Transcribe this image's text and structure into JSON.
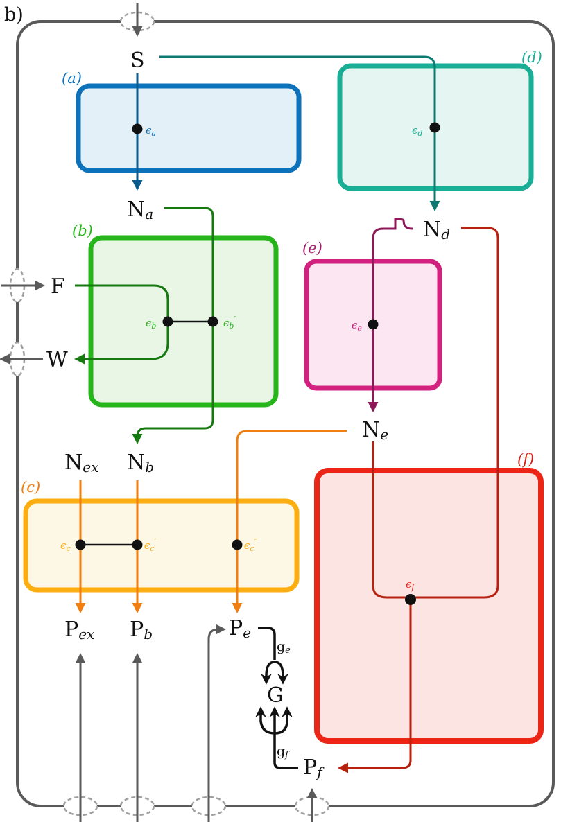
{
  "panel_label": "b)",
  "colors": {
    "cell": "#5a5a5a",
    "a": "#0d72b9",
    "a_fill": "#e4f0f8",
    "a_arrow": "#0a5a8c",
    "b": "#26b51a",
    "b_fill": "#e9f6e5",
    "b_arrow": "#16790f",
    "c": "#fcad10",
    "c_fill": "#fdf7e6",
    "c_arrow": "#f07e10",
    "d": "#1aae96",
    "d_fill": "#e5f5f2",
    "d_arrow": "#0c7a72",
    "e": "#d3217f",
    "e_fill": "#fbe6f1",
    "e_arrow": "#8f1858",
    "f": "#ec2516",
    "f_fill": "#fbe4e2",
    "f_arrow": "#b8200f",
    "gene": "#111111"
  },
  "boxes": {
    "a": {
      "tag": "(a)"
    },
    "b": {
      "tag": "(b)"
    },
    "c": {
      "tag": "(c)"
    },
    "d": {
      "tag": "(d)"
    },
    "e": {
      "tag": "(e)"
    },
    "f": {
      "tag": "(f)"
    }
  },
  "nodes": {
    "S": {
      "main": "S",
      "sub": ""
    },
    "Na": {
      "main": "N",
      "sub": "a"
    },
    "F": {
      "main": "F",
      "sub": ""
    },
    "W": {
      "main": "W",
      "sub": ""
    },
    "Nb": {
      "main": "N",
      "sub": "b"
    },
    "Nex": {
      "main": "N",
      "sub": "ex"
    },
    "Nd": {
      "main": "N",
      "sub": "d"
    },
    "Ne": {
      "main": "N",
      "sub": "e"
    },
    "Pex": {
      "main": "P",
      "sub": "ex"
    },
    "Pb": {
      "main": "P",
      "sub": "b"
    },
    "Pe": {
      "main": "P",
      "sub": "e"
    },
    "Pf": {
      "main": "P",
      "sub": "f"
    },
    "G": {
      "main": "G",
      "sub": ""
    }
  },
  "enzymes": {
    "ea": {
      "sym": "ϵ",
      "sub": "a",
      "prime": ""
    },
    "eb": {
      "sym": "ϵ",
      "sub": "b",
      "prime": ""
    },
    "eb2": {
      "sym": "ϵ",
      "sub": "b",
      "prime": "′"
    },
    "ec": {
      "sym": "ϵ",
      "sub": "c",
      "prime": ""
    },
    "ec2": {
      "sym": "ϵ",
      "sub": "c",
      "prime": "′"
    },
    "ec3": {
      "sym": "ϵ",
      "sub": "c",
      "prime": "″"
    },
    "ed": {
      "sym": "ϵ",
      "sub": "d",
      "prime": ""
    },
    "ee": {
      "sym": "ϵ",
      "sub": "e",
      "prime": ""
    },
    "ef": {
      "sym": "ϵ",
      "sub": "f",
      "prime": ""
    }
  },
  "genes": {
    "ge": {
      "main": "g",
      "sub": "e"
    },
    "gf": {
      "main": "g",
      "sub": "f"
    }
  }
}
